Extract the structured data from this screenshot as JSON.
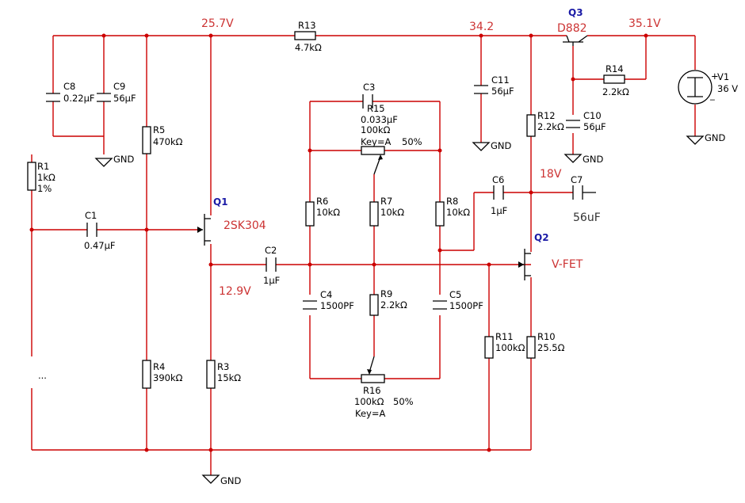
{
  "nodes": {
    "v_top_left": "25.7V",
    "v_top_mid": "34.2",
    "v_top_right": "35.1V",
    "v_drain_q2": "18V",
    "v_source_q1": "12.9V"
  },
  "components": {
    "r1": {
      "name": "R1",
      "value": "1kΩ",
      "extra": "1%"
    },
    "r3": {
      "name": "R3",
      "value": "15kΩ"
    },
    "r4": {
      "name": "R4",
      "value": "390kΩ"
    },
    "r5": {
      "name": "R5",
      "value": "470kΩ"
    },
    "r6": {
      "name": "R6",
      "value": "10kΩ"
    },
    "r7": {
      "name": "R7",
      "value": "10kΩ"
    },
    "r8": {
      "name": "R8",
      "value": "10kΩ"
    },
    "r9": {
      "name": "R9",
      "value": "2.2kΩ"
    },
    "r10": {
      "name": "R10",
      "value": "25.5Ω"
    },
    "r11": {
      "name": "R11",
      "value": "100kΩ"
    },
    "r12": {
      "name": "R12",
      "value": "2.2kΩ"
    },
    "r13": {
      "name": "R13",
      "value": "4.7kΩ"
    },
    "r14": {
      "name": "R14",
      "value": "2.2kΩ"
    },
    "r15": {
      "name": "R15",
      "value": "100kΩ",
      "key": "Key=A",
      "pct": "50%"
    },
    "r16": {
      "name": "R16",
      "value": "100kΩ",
      "key": "Key=A",
      "pct": "50%"
    },
    "c1": {
      "name": "C1",
      "value": "0.47µF"
    },
    "c2": {
      "name": "C2",
      "value": "1µF"
    },
    "c3": {
      "name": "C3",
      "value": "0.033µF"
    },
    "c4": {
      "name": "C4",
      "value": "1500PF"
    },
    "c5": {
      "name": "C5",
      "value": "1500PF"
    },
    "c6": {
      "name": "C6",
      "value": "1µF"
    },
    "c7": {
      "name": "C7",
      "value": "56uF"
    },
    "c8": {
      "name": "C8",
      "value": "0.22µF"
    },
    "c9": {
      "name": "C9",
      "value": "56µF"
    },
    "c10": {
      "name": "C10",
      "value": "56µF"
    },
    "c11": {
      "name": "C11",
      "value": "56µF"
    },
    "q1": {
      "name": "Q1",
      "part": "2SK304"
    },
    "q2": {
      "name": "Q2",
      "part": "V-FET"
    },
    "q3": {
      "name": "Q3",
      "part": "D882"
    },
    "v1": {
      "name": "V1",
      "value": "36 V",
      "plus": "+",
      "minus": "_"
    }
  },
  "gnd_label": "GND",
  "ellipsis": "...",
  "colors": {
    "wire": "#cc0000",
    "voltage_text": "#cc3333",
    "transistor_text": "#1a1aa6"
  }
}
